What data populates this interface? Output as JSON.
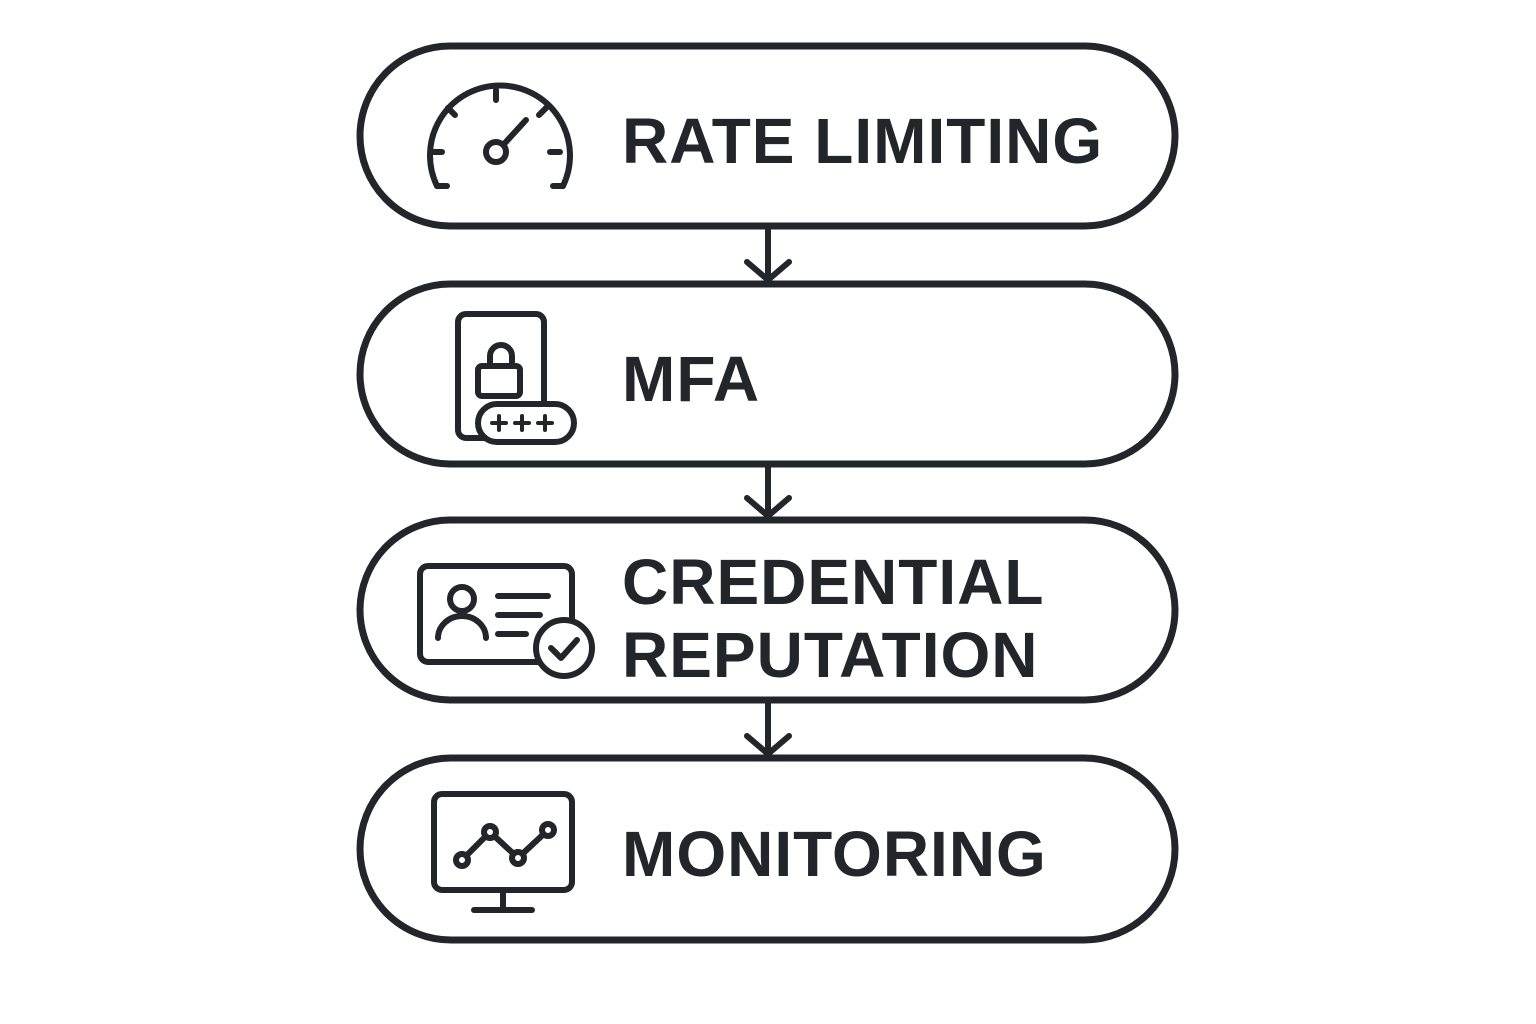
{
  "stages": [
    {
      "id": "rate-limiting",
      "label": "RATE LIMITING",
      "icon": "speedometer-icon"
    },
    {
      "id": "mfa",
      "label": "MFA",
      "icon": "phone-lock-passcode-icon"
    },
    {
      "id": "credential-reputation",
      "label_lines": [
        "CREDENTIAL",
        "REPUTATION"
      ],
      "icon": "id-card-check-icon"
    },
    {
      "id": "monitoring",
      "label": "MONITORING",
      "icon": "monitor-chart-icon"
    }
  ],
  "colors": {
    "stroke": "#22262b",
    "background": "#ffffff"
  }
}
